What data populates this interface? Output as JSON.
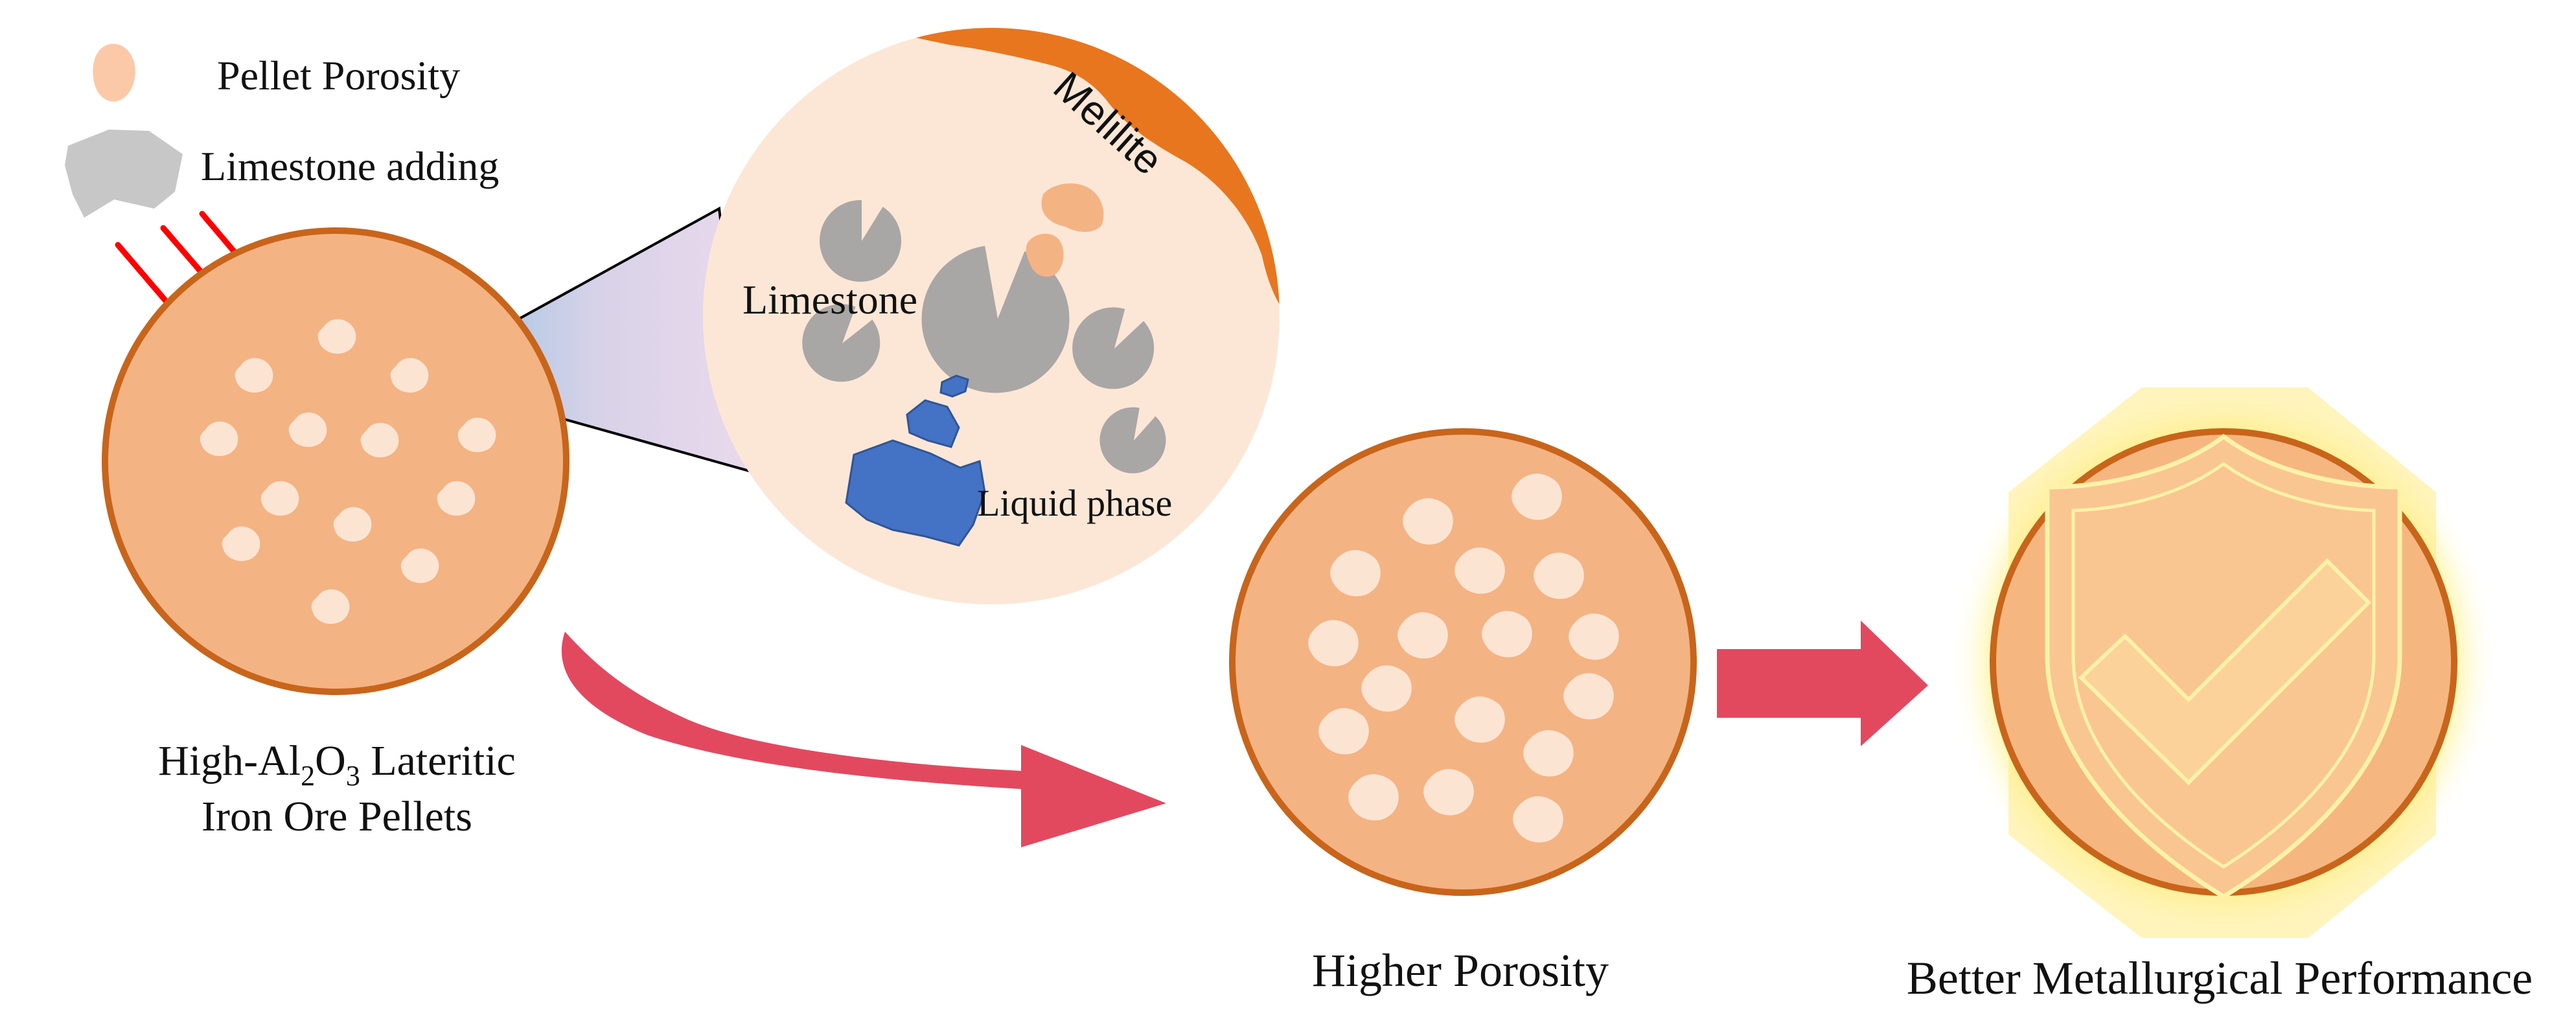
{
  "legend": {
    "porosity_label": "Pellet Porosity",
    "limestone_label": "Limestone adding"
  },
  "zoom": {
    "melilite_label": "Melilite",
    "limestone_label": "Limestone",
    "liquid_label": "Liquid phase"
  },
  "pellet_title": {
    "line1_prefix": "High-Al",
    "sub1": "2",
    "mid": "O",
    "sub2": "3",
    "line1_suffix": " Lateritic",
    "line2": "Iron Ore Pellets"
  },
  "higher_porosity_label": "Higher Porosity",
  "performance_label": "Better Metallurgical Performance",
  "colors": {
    "pellet_fill": "#F4B383",
    "pellet_border": "#C8651B",
    "pore": "#FCE4D3",
    "zoom_bg": "#FCE7D6",
    "melilite": "#E8761F",
    "limestone": "#A9A6A6",
    "liquid": "#4472C4",
    "process_arrow": "#E2495F",
    "adding_arrow": "#FF0000",
    "glow": "#FFE98A",
    "shield_line": "#FFF2A8"
  },
  "icons": [
    "limestone-icon",
    "pore-icon",
    "arrow-icon",
    "shield-check-icon"
  ]
}
